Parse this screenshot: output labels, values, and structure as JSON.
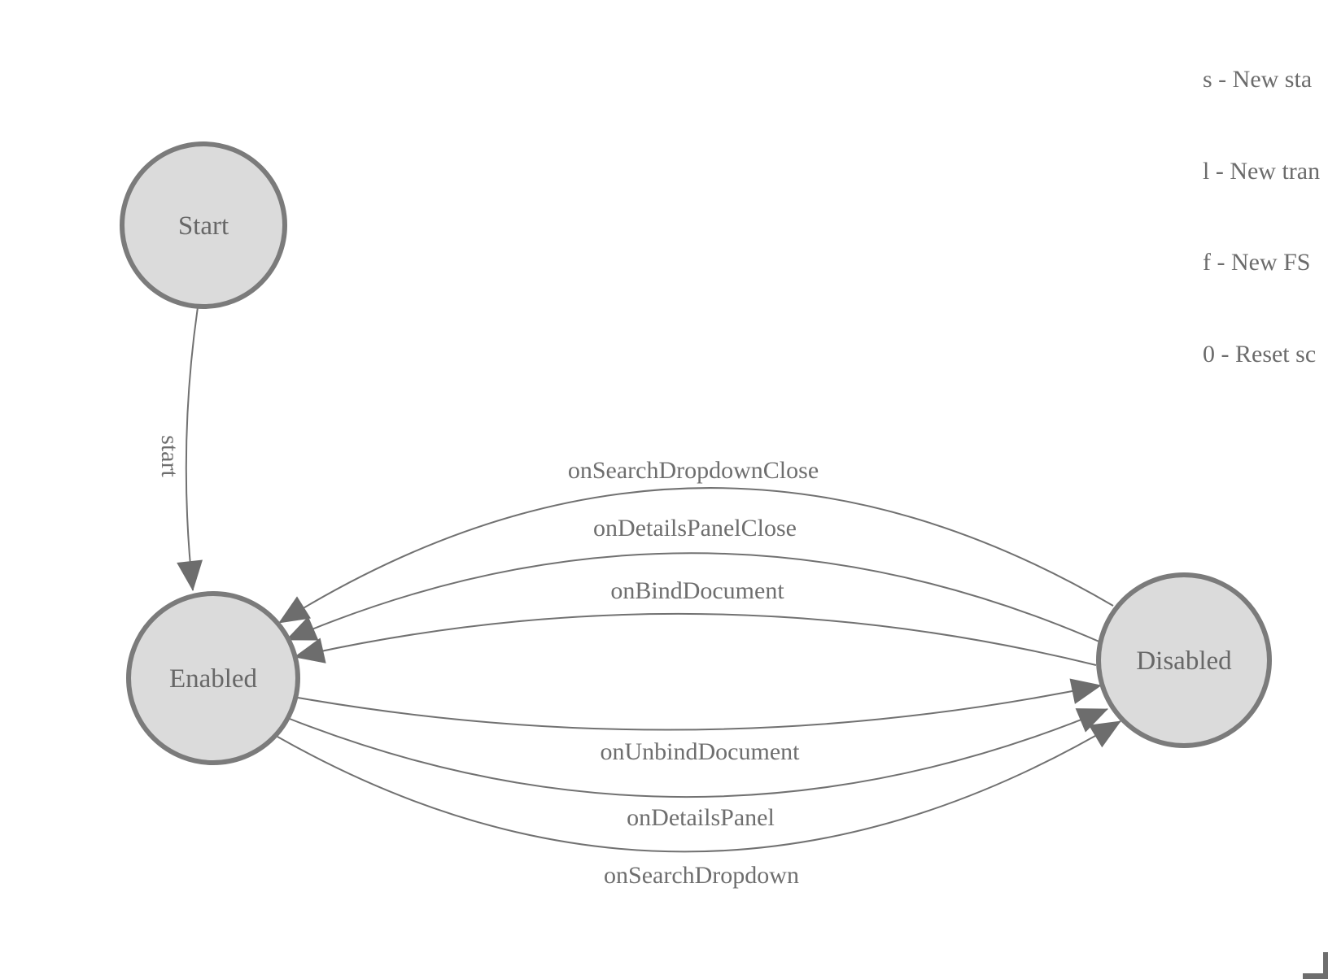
{
  "diagram": {
    "states": [
      {
        "label": "Start"
      },
      {
        "label": "Enabled"
      },
      {
        "label": "Disabled"
      }
    ],
    "transitions": [
      {
        "label": "start",
        "from": "Start",
        "to": "Enabled"
      },
      {
        "label": "onSearchDropdownClose",
        "from": "Disabled",
        "to": "Enabled"
      },
      {
        "label": "onDetailsPanelClose",
        "from": "Disabled",
        "to": "Enabled"
      },
      {
        "label": "onBindDocument",
        "from": "Disabled",
        "to": "Enabled"
      },
      {
        "label": "onUnbindDocument",
        "from": "Enabled",
        "to": "Disabled"
      },
      {
        "label": "onDetailsPanel",
        "from": "Enabled",
        "to": "Disabled"
      },
      {
        "label": "onSearchDropdown",
        "from": "Enabled",
        "to": "Disabled"
      }
    ]
  },
  "legend": {
    "lines": [
      "s - New sta",
      "l - New tran",
      "f - New FS",
      "0 - Reset sc"
    ]
  },
  "colors": {
    "state_fill": "#dbdbdb",
    "state_border": "#7b7b7b",
    "edge_stroke": "#717171",
    "arrowhead": "#6d6d6d",
    "edge_label_text": "#6e6e6e",
    "state_label_text": "#676767",
    "legend_text": "#6b6b6b"
  }
}
